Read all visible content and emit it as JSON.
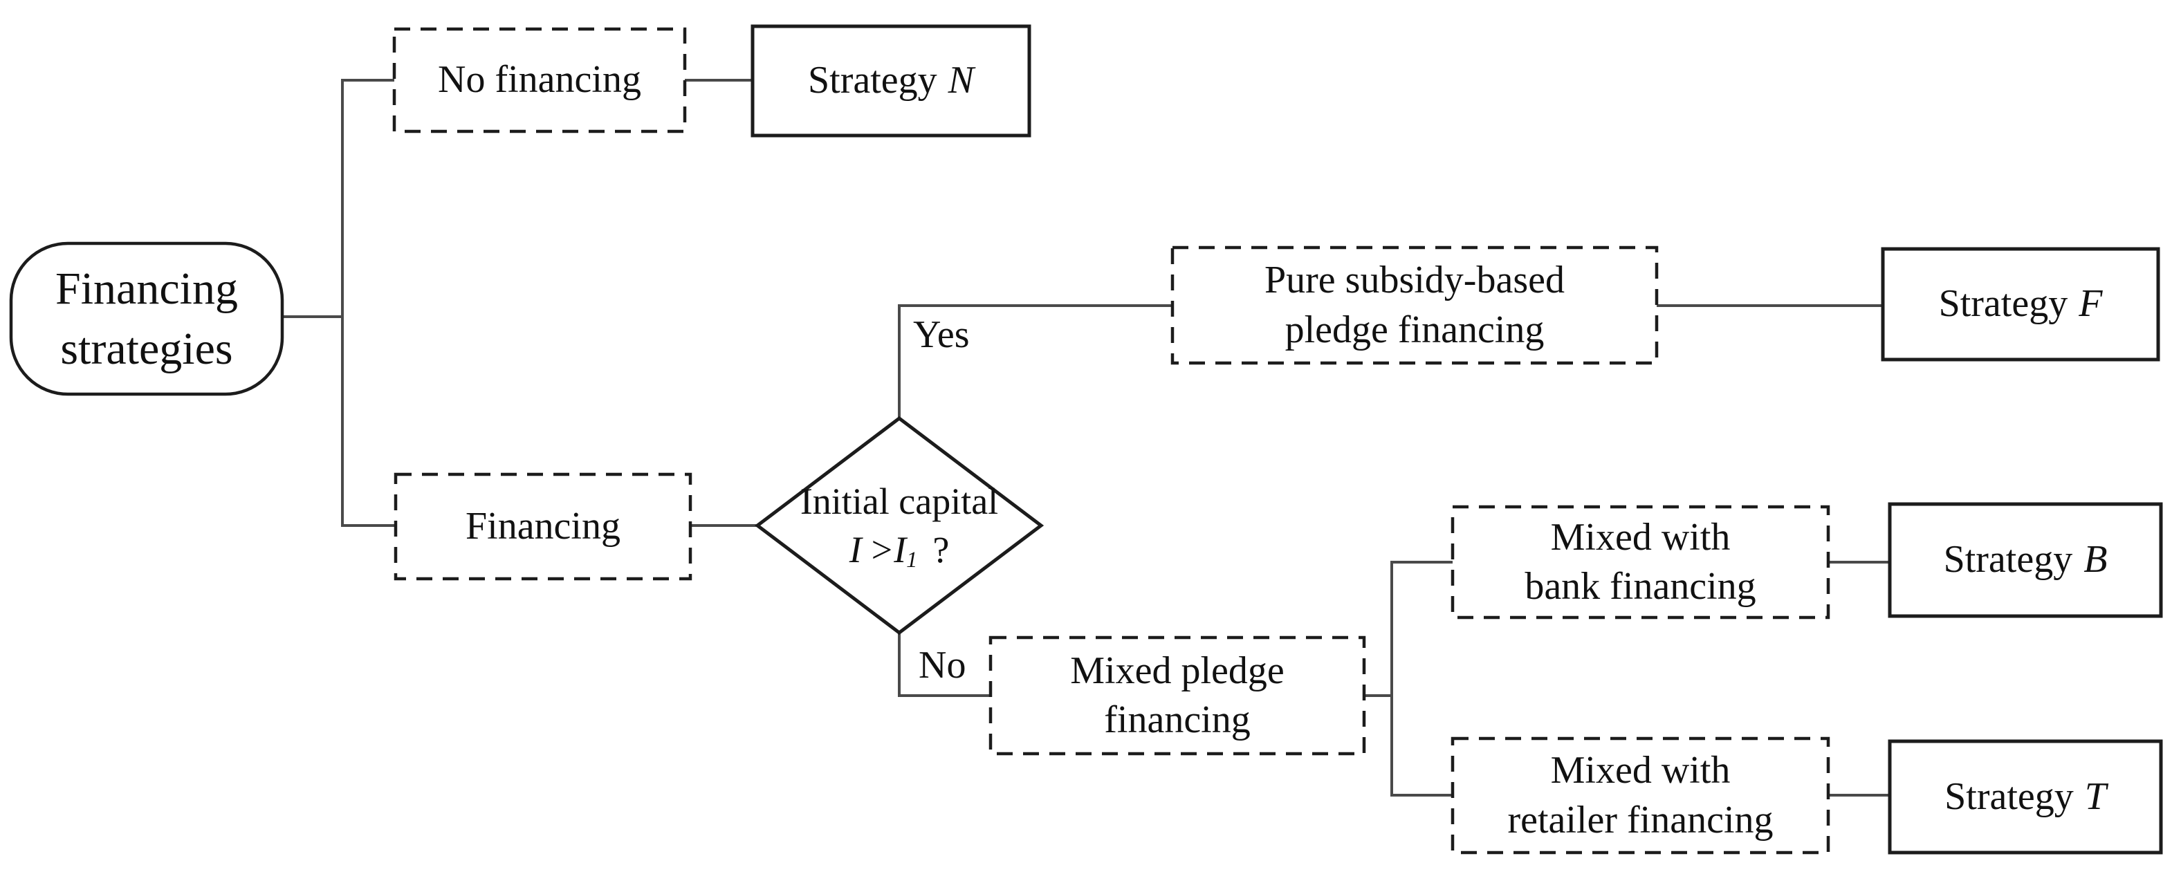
{
  "colors": {
    "box_border": "#1c1c1c",
    "connector": "#4a4a4a",
    "background": "#ffffff",
    "text": "#111111"
  },
  "nodes": {
    "root": {
      "label": "Financing\nstrategies"
    },
    "no_financing": {
      "label": "No financing"
    },
    "strategy_n": {
      "prefix": "Strategy",
      "letter": "N"
    },
    "financing": {
      "label": "Financing"
    },
    "decision": {
      "line1": "Initial capital",
      "var_left": "I",
      "operator": ">",
      "var_right": "I",
      "subscript": "1",
      "question": "?"
    },
    "yes_label": "Yes",
    "no_label": "No",
    "pure_subsidy": {
      "label": "Pure subsidy-based\npledge financing"
    },
    "strategy_f": {
      "prefix": "Strategy",
      "letter": "F"
    },
    "mixed_pledge": {
      "label": "Mixed pledge\nfinancing"
    },
    "mixed_bank": {
      "label": "Mixed with\nbank financing"
    },
    "strategy_b": {
      "prefix": "Strategy",
      "letter": "B"
    },
    "mixed_retailer": {
      "label": "Mixed with\nretailer financing"
    },
    "strategy_t": {
      "prefix": "Strategy",
      "letter": "T"
    }
  }
}
